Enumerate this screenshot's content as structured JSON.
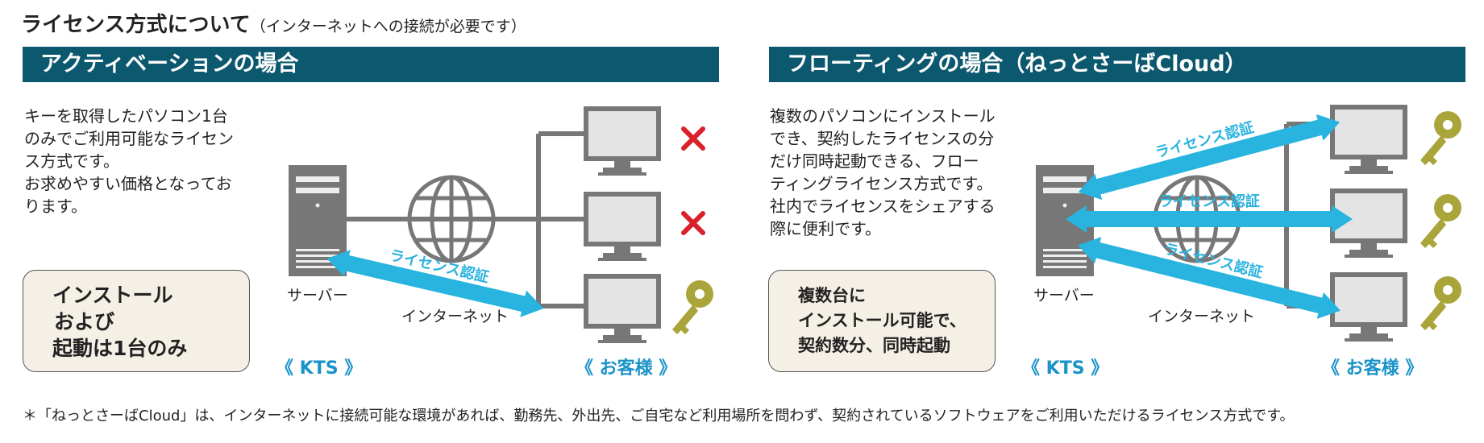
{
  "header": {
    "title": "ライセンス方式について",
    "subtitle": "（インターネットへの接続が必要です）"
  },
  "activation": {
    "heading": "アクティベーションの場合",
    "description": [
      "キーを取得したパソコン1台",
      "のみでご利用可能なライセン",
      "ス方式です。",
      "お求めやすい価格となってお",
      "ります。"
    ],
    "note": [
      "インストール",
      "および",
      "起動は1台のみ"
    ],
    "server_label": "サーバー",
    "internet_label": "インターネット",
    "license_arrow_label": "ライセンス認証",
    "left_group": "《 KTS 》",
    "right_group": "《 お客様 》",
    "client_status": [
      "cross-icon",
      "cross-icon",
      "key-icon"
    ]
  },
  "floating": {
    "heading": "フローティングの場合（ねっとさーばCloud）",
    "description": [
      "複数のパソコンにインストール",
      "でき、契約したライセンスの分",
      "だけ同時起動できる、フロー",
      "ティングライセンス方式です。",
      "社内でライセンスをシェアする",
      "際に便利です。"
    ],
    "note": [
      "複数台に",
      "インストール可能で、",
      "契約数分、同時起動"
    ],
    "server_label": "サーバー",
    "internet_label": "インターネット",
    "license_arrow_labels": [
      "ライセンス認証",
      "ライセンス認証",
      "ライセンス認証"
    ],
    "left_group": "《 KTS 》",
    "right_group": "《 お客様 》",
    "client_status": [
      "key-icon",
      "key-icon",
      "key-icon"
    ]
  },
  "footnote": "＊「ねっとさーばCloud」は、インターネットに接続可能な環境があれば、勤務先、外出先、ご自宅など利用場所を問わず、契約されているソフトウェアをご利用いただけるライセンス方式です。",
  "colors": {
    "heading_bar": "#0b586f",
    "arrow": "#29b3df",
    "cross": "#d8212a",
    "key": "#a9a53a",
    "note_bg": "#f5f0e6",
    "device": "#777777"
  }
}
